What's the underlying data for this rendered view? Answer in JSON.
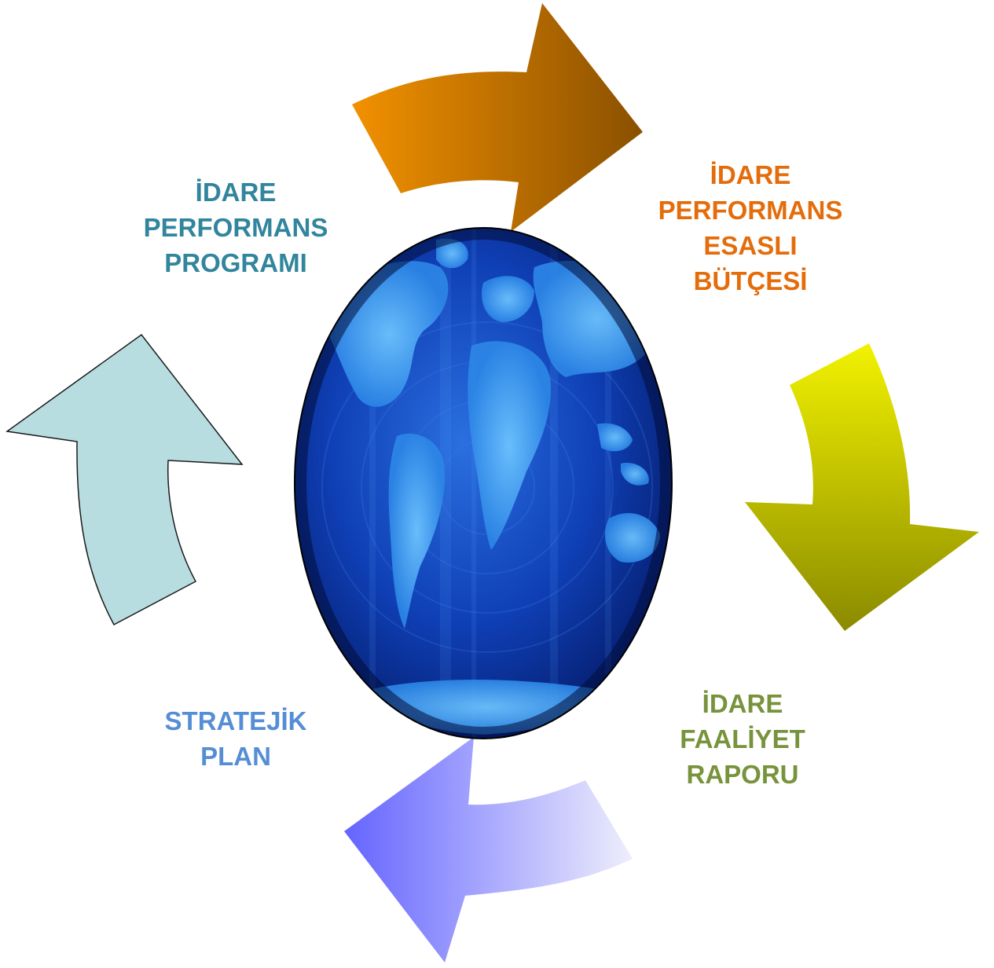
{
  "diagram": {
    "globe_image": "world-map-globe",
    "steps": [
      {
        "id": "idare-performans-programi",
        "lines": [
          "İDARE",
          "PERFORMANS",
          "PROGRAMI"
        ],
        "color": "#31859c"
      },
      {
        "id": "idare-performans-esasli-butcesi",
        "lines": [
          "İDARE",
          "PERFORMANS",
          "ESASLI",
          "BÜTÇESİ"
        ],
        "color": "#e46c0a"
      },
      {
        "id": "idare-faaliyet-raporu",
        "lines": [
          "İDARE",
          "FAALİYET",
          "RAPORU"
        ],
        "color": "#77933c"
      },
      {
        "id": "stratejik-plan",
        "lines": [
          "STRATEJİK",
          "PLAN"
        ],
        "color": "#558ed5"
      }
    ],
    "arrows": [
      {
        "name": "orange-arrow",
        "colors": [
          "#f29100",
          "#8a5000"
        ]
      },
      {
        "name": "yellow-arrow",
        "colors": [
          "#f0f000",
          "#8a8a00"
        ]
      },
      {
        "name": "purple-arrow",
        "colors": [
          "#6666ff",
          "#ececfb"
        ]
      },
      {
        "name": "teal-arrow",
        "colors": [
          "#b7dde1",
          "#b7dde1"
        ]
      }
    ]
  }
}
